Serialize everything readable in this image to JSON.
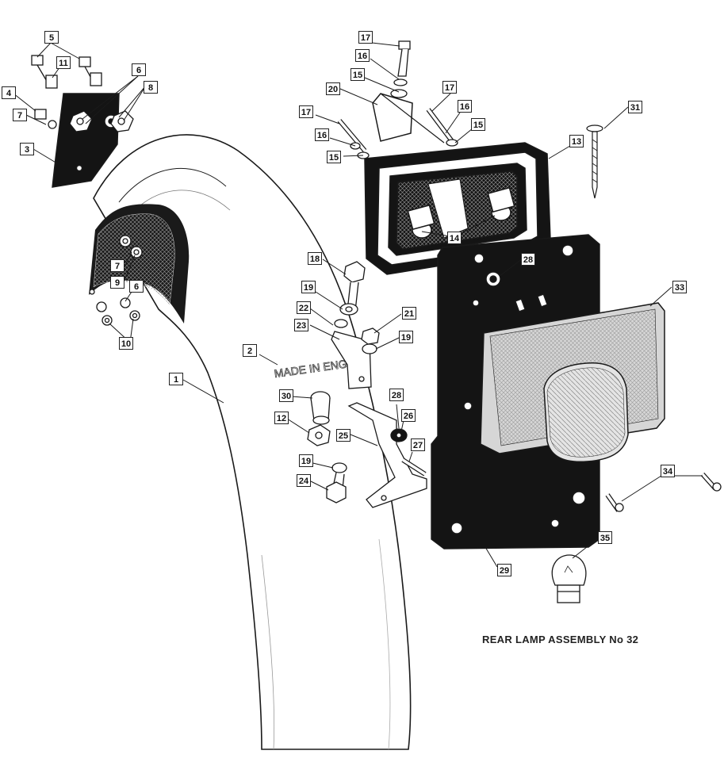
{
  "caption": "REAR LAMP ASSEMBLY  No 32",
  "embossed_text": "MADE IN ENG",
  "colors": {
    "ink": "#1a1a1a",
    "paper": "#ffffff",
    "lens": "#d6d6d6",
    "plate": "#141414"
  },
  "callouts": [
    {
      "label": "1"
    },
    {
      "label": "2"
    },
    {
      "label": "3"
    },
    {
      "label": "4"
    },
    {
      "label": "5"
    },
    {
      "label": "6"
    },
    {
      "label": "6"
    },
    {
      "label": "7"
    },
    {
      "label": "7"
    },
    {
      "label": "8"
    },
    {
      "label": "9"
    },
    {
      "label": "10"
    },
    {
      "label": "11"
    },
    {
      "label": "12"
    },
    {
      "label": "13"
    },
    {
      "label": "14"
    },
    {
      "label": "15"
    },
    {
      "label": "15"
    },
    {
      "label": "15"
    },
    {
      "label": "16"
    },
    {
      "label": "16"
    },
    {
      "label": "16"
    },
    {
      "label": "17"
    },
    {
      "label": "17"
    },
    {
      "label": "17"
    },
    {
      "label": "18"
    },
    {
      "label": "19"
    },
    {
      "label": "19"
    },
    {
      "label": "19"
    },
    {
      "label": "20"
    },
    {
      "label": "21"
    },
    {
      "label": "22"
    },
    {
      "label": "23"
    },
    {
      "label": "24"
    },
    {
      "label": "25"
    },
    {
      "label": "26"
    },
    {
      "label": "27"
    },
    {
      "label": "28"
    },
    {
      "label": "28"
    },
    {
      "label": "29"
    },
    {
      "label": "30"
    },
    {
      "label": "31"
    },
    {
      "label": "33"
    },
    {
      "label": "34"
    },
    {
      "label": "35"
    }
  ]
}
